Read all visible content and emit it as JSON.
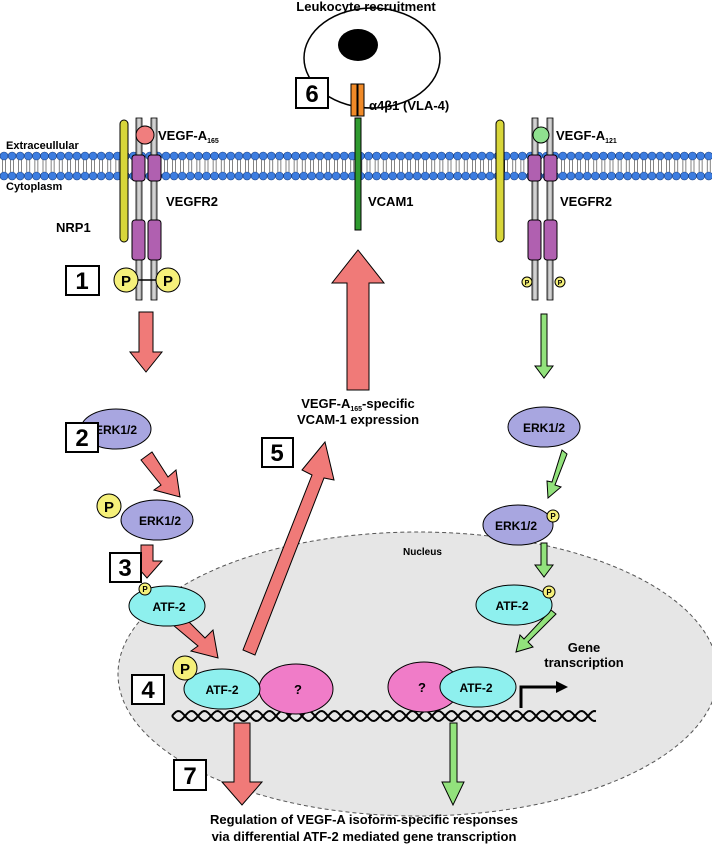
{
  "title": "Leukocyte recruitment",
  "integrin_label": "α4β1 (VLA-4)",
  "membrane": {
    "outside": "Extraceullular",
    "inside": "Cytoplasm"
  },
  "left_ligand": {
    "base": "VEGF-A",
    "sub": "165"
  },
  "right_ligand": {
    "base": "VEGF-A",
    "sub": "121"
  },
  "receptor_left": "VEGFR2",
  "receptor_right": "VEGFR2",
  "coreceptor": "NRP1",
  "vcam": "VCAM1",
  "phospho": "P",
  "steps": [
    "1",
    "2",
    "3",
    "4",
    "5",
    "6",
    "7"
  ],
  "erk": "ERK1/2",
  "atf2": "ATF-2",
  "unknown_partner": "?",
  "nucleus": "Nucleus",
  "vcam_expression": {
    "line1_base": "VEGF-A",
    "line1_sub": "165",
    "line1_rest": "-specific",
    "line2": "VCAM-1 expression"
  },
  "gene_transcription": [
    "Gene",
    "transcription"
  ],
  "footer": [
    "Regulation of VEGF-A isoform-specific responses",
    "via differential ATF-2 mediated gene transcription"
  ],
  "colors": {
    "membrane_blue": "#3d7de0",
    "receptor_purple": "#b060b0",
    "nrp1_yellow": "#d8d63a",
    "erk_purple": "#a8a6e0",
    "atf2_cyan": "#8ef0ee",
    "partner_pink": "#f07cc8",
    "phospho_yellow": "#f5f07a",
    "arrow_red": "#f07a78",
    "arrow_green": "#92e27c",
    "vcam_green": "#2f9a2f",
    "integrin_orange": "#f08a28",
    "nucleus_gray": "#e6e6e6",
    "ligand_red": "#f07e7e",
    "ligand_green": "#8fe08f"
  }
}
